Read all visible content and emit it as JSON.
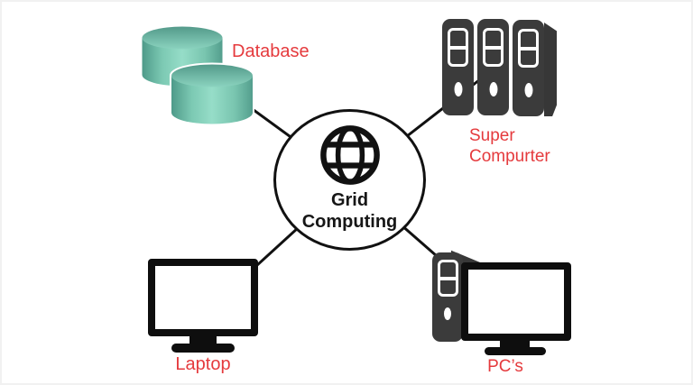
{
  "center": {
    "line1": "Grid",
    "line2": "Computing"
  },
  "nodes": {
    "database": {
      "label": "Database"
    },
    "supercomputer": {
      "line1": "Super",
      "line2": "Compurter"
    },
    "laptop": {
      "label": "Laptop"
    },
    "pcs": {
      "label": "PC’s"
    }
  },
  "icons": {
    "hub": "globe-icon",
    "database": "database-cylinders-icon",
    "supercomputer": "server-rack-icon",
    "laptop": "monitor-icon",
    "pcs": "desktop-pc-icon"
  },
  "colors": {
    "label_red": "#e53a3d",
    "icon_dark": "#3b3b3b",
    "line_black": "#111111",
    "db_teal_light": "#96ddc8",
    "db_teal_dark": "#4e9a89"
  }
}
